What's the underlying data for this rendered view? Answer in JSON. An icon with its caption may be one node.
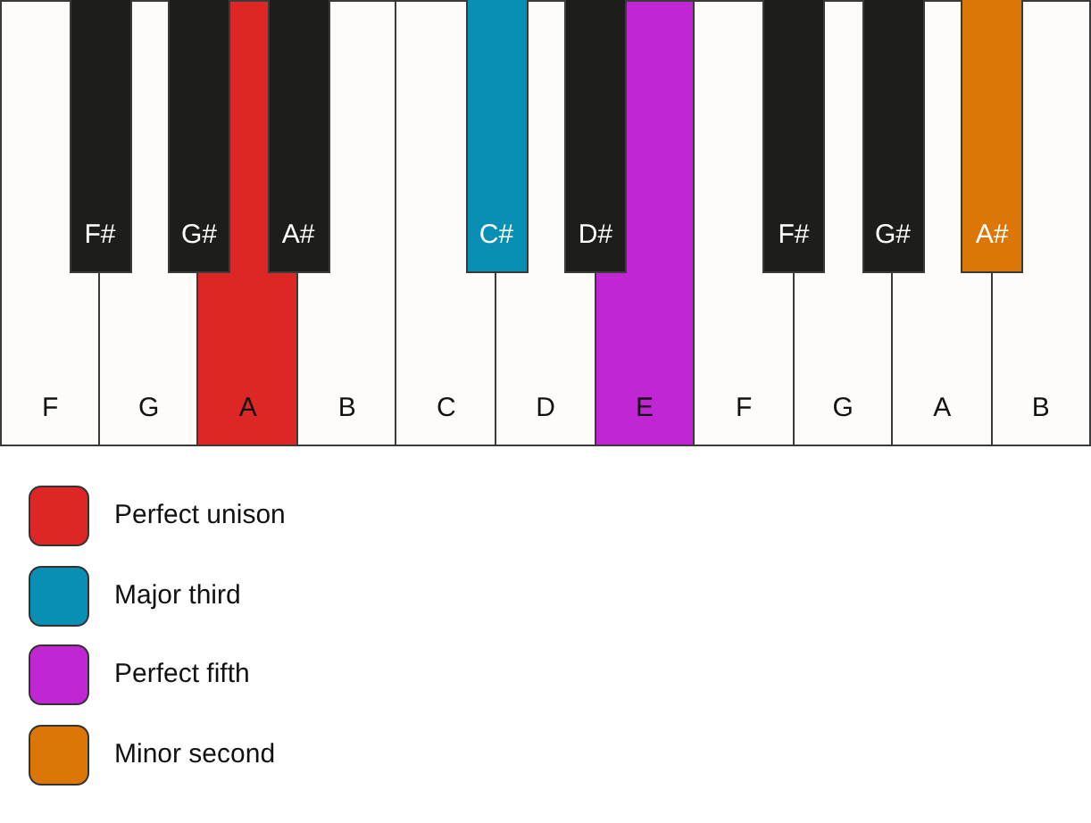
{
  "diagram": {
    "nodes": [
      {
        "text": [
          "F"
        ]
      },
      {
        "text": [
          "F#"
        ]
      },
      {
        "text": [
          "G"
        ]
      },
      {
        "text": [
          "G#"
        ]
      },
      {
        "text": [
          "A"
        ]
      },
      {
        "text": [
          "A#"
        ]
      },
      {
        "text": [
          "B"
        ]
      },
      {
        "text": [
          "C"
        ]
      },
      {
        "text": [
          "C#"
        ]
      },
      {
        "text": [
          "D"
        ]
      },
      {
        "text": [
          "D#"
        ]
      },
      {
        "text": [
          "E"
        ]
      },
      {
        "text": [
          "F"
        ]
      },
      {
        "text": [
          "F#"
        ]
      },
      {
        "text": [
          "G"
        ]
      },
      {
        "text": [
          "G#"
        ]
      },
      {
        "text": [
          "A"
        ]
      },
      {
        "text": [
          "A#"
        ]
      },
      {
        "text": [
          "B"
        ]
      }
    ],
    "legend": [
      {
        "text": "Perfect unison",
        "color": "#dd2626"
      },
      {
        "text": "Major third",
        "color": "#0a8fb4"
      },
      {
        "text": "Perfect fifth",
        "color": "#c026d3"
      },
      {
        "text": "Minor second",
        "color": "#db7706"
      }
    ]
  }
}
